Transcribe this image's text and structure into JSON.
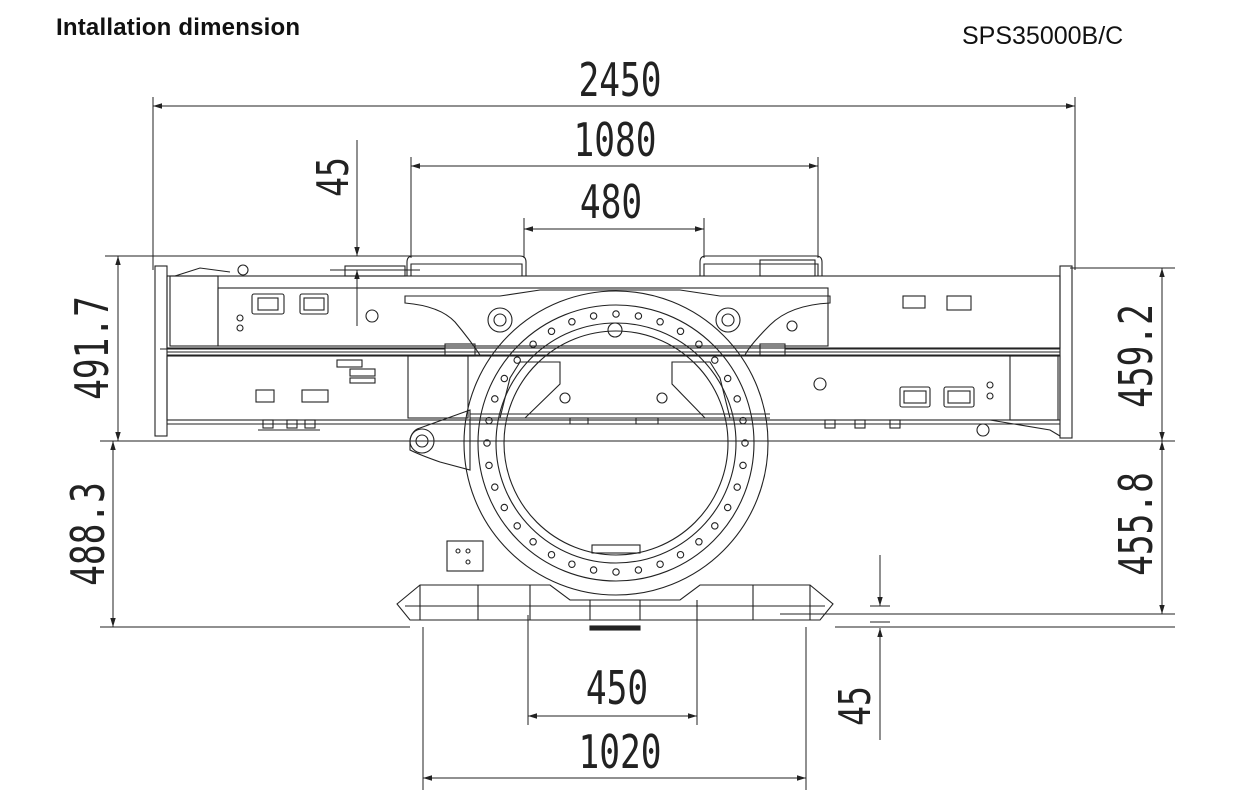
{
  "header": {
    "title": "Intallation dimension",
    "model": "SPS35000B/C"
  },
  "dimensions": {
    "overall_width": "2450",
    "upper_width": "1080",
    "upper_inner": "480",
    "upper_offset": "45",
    "left_upper_height": "491.7",
    "left_lower_height": "488.3",
    "right_upper_height": "459.2",
    "right_lower_height": "455.8",
    "lower_inner": "450",
    "lower_width": "1020",
    "lower_offset": "45"
  },
  "colors": {
    "line": "#222222",
    "background": "#ffffff"
  }
}
